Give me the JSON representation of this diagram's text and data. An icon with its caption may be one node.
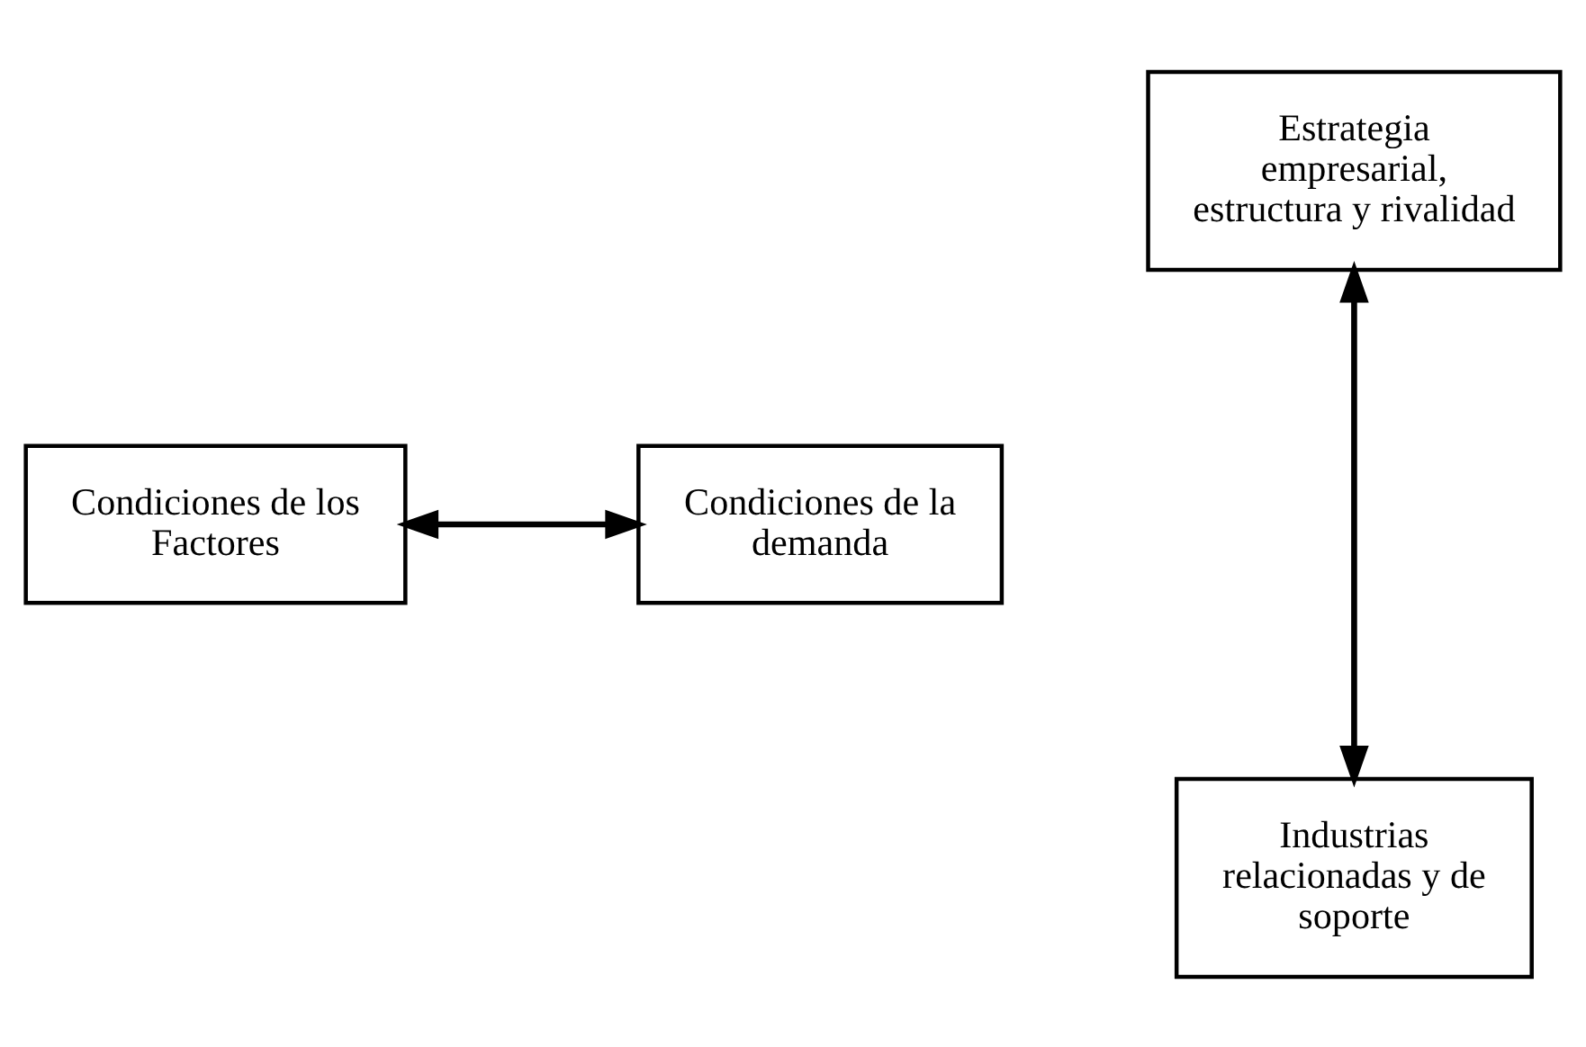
{
  "diagram": {
    "nodes": [
      {
        "text": [
          "Estrategia empresarial, estructura y rivalidad"
        ]
      },
      {
        "text": [
          "Condiciones de los Factores"
        ]
      },
      {
        "text": [
          "Condiciones de la demanda"
        ]
      },
      {
        "text": [
          "Industrias relacionadas y de soporte"
        ]
      }
    ],
    "edges": [
      {
        "from": 0,
        "to": 3,
        "arrow": "both"
      },
      {
        "from": 1,
        "to": 2,
        "arrow": "both"
      }
    ]
  }
}
